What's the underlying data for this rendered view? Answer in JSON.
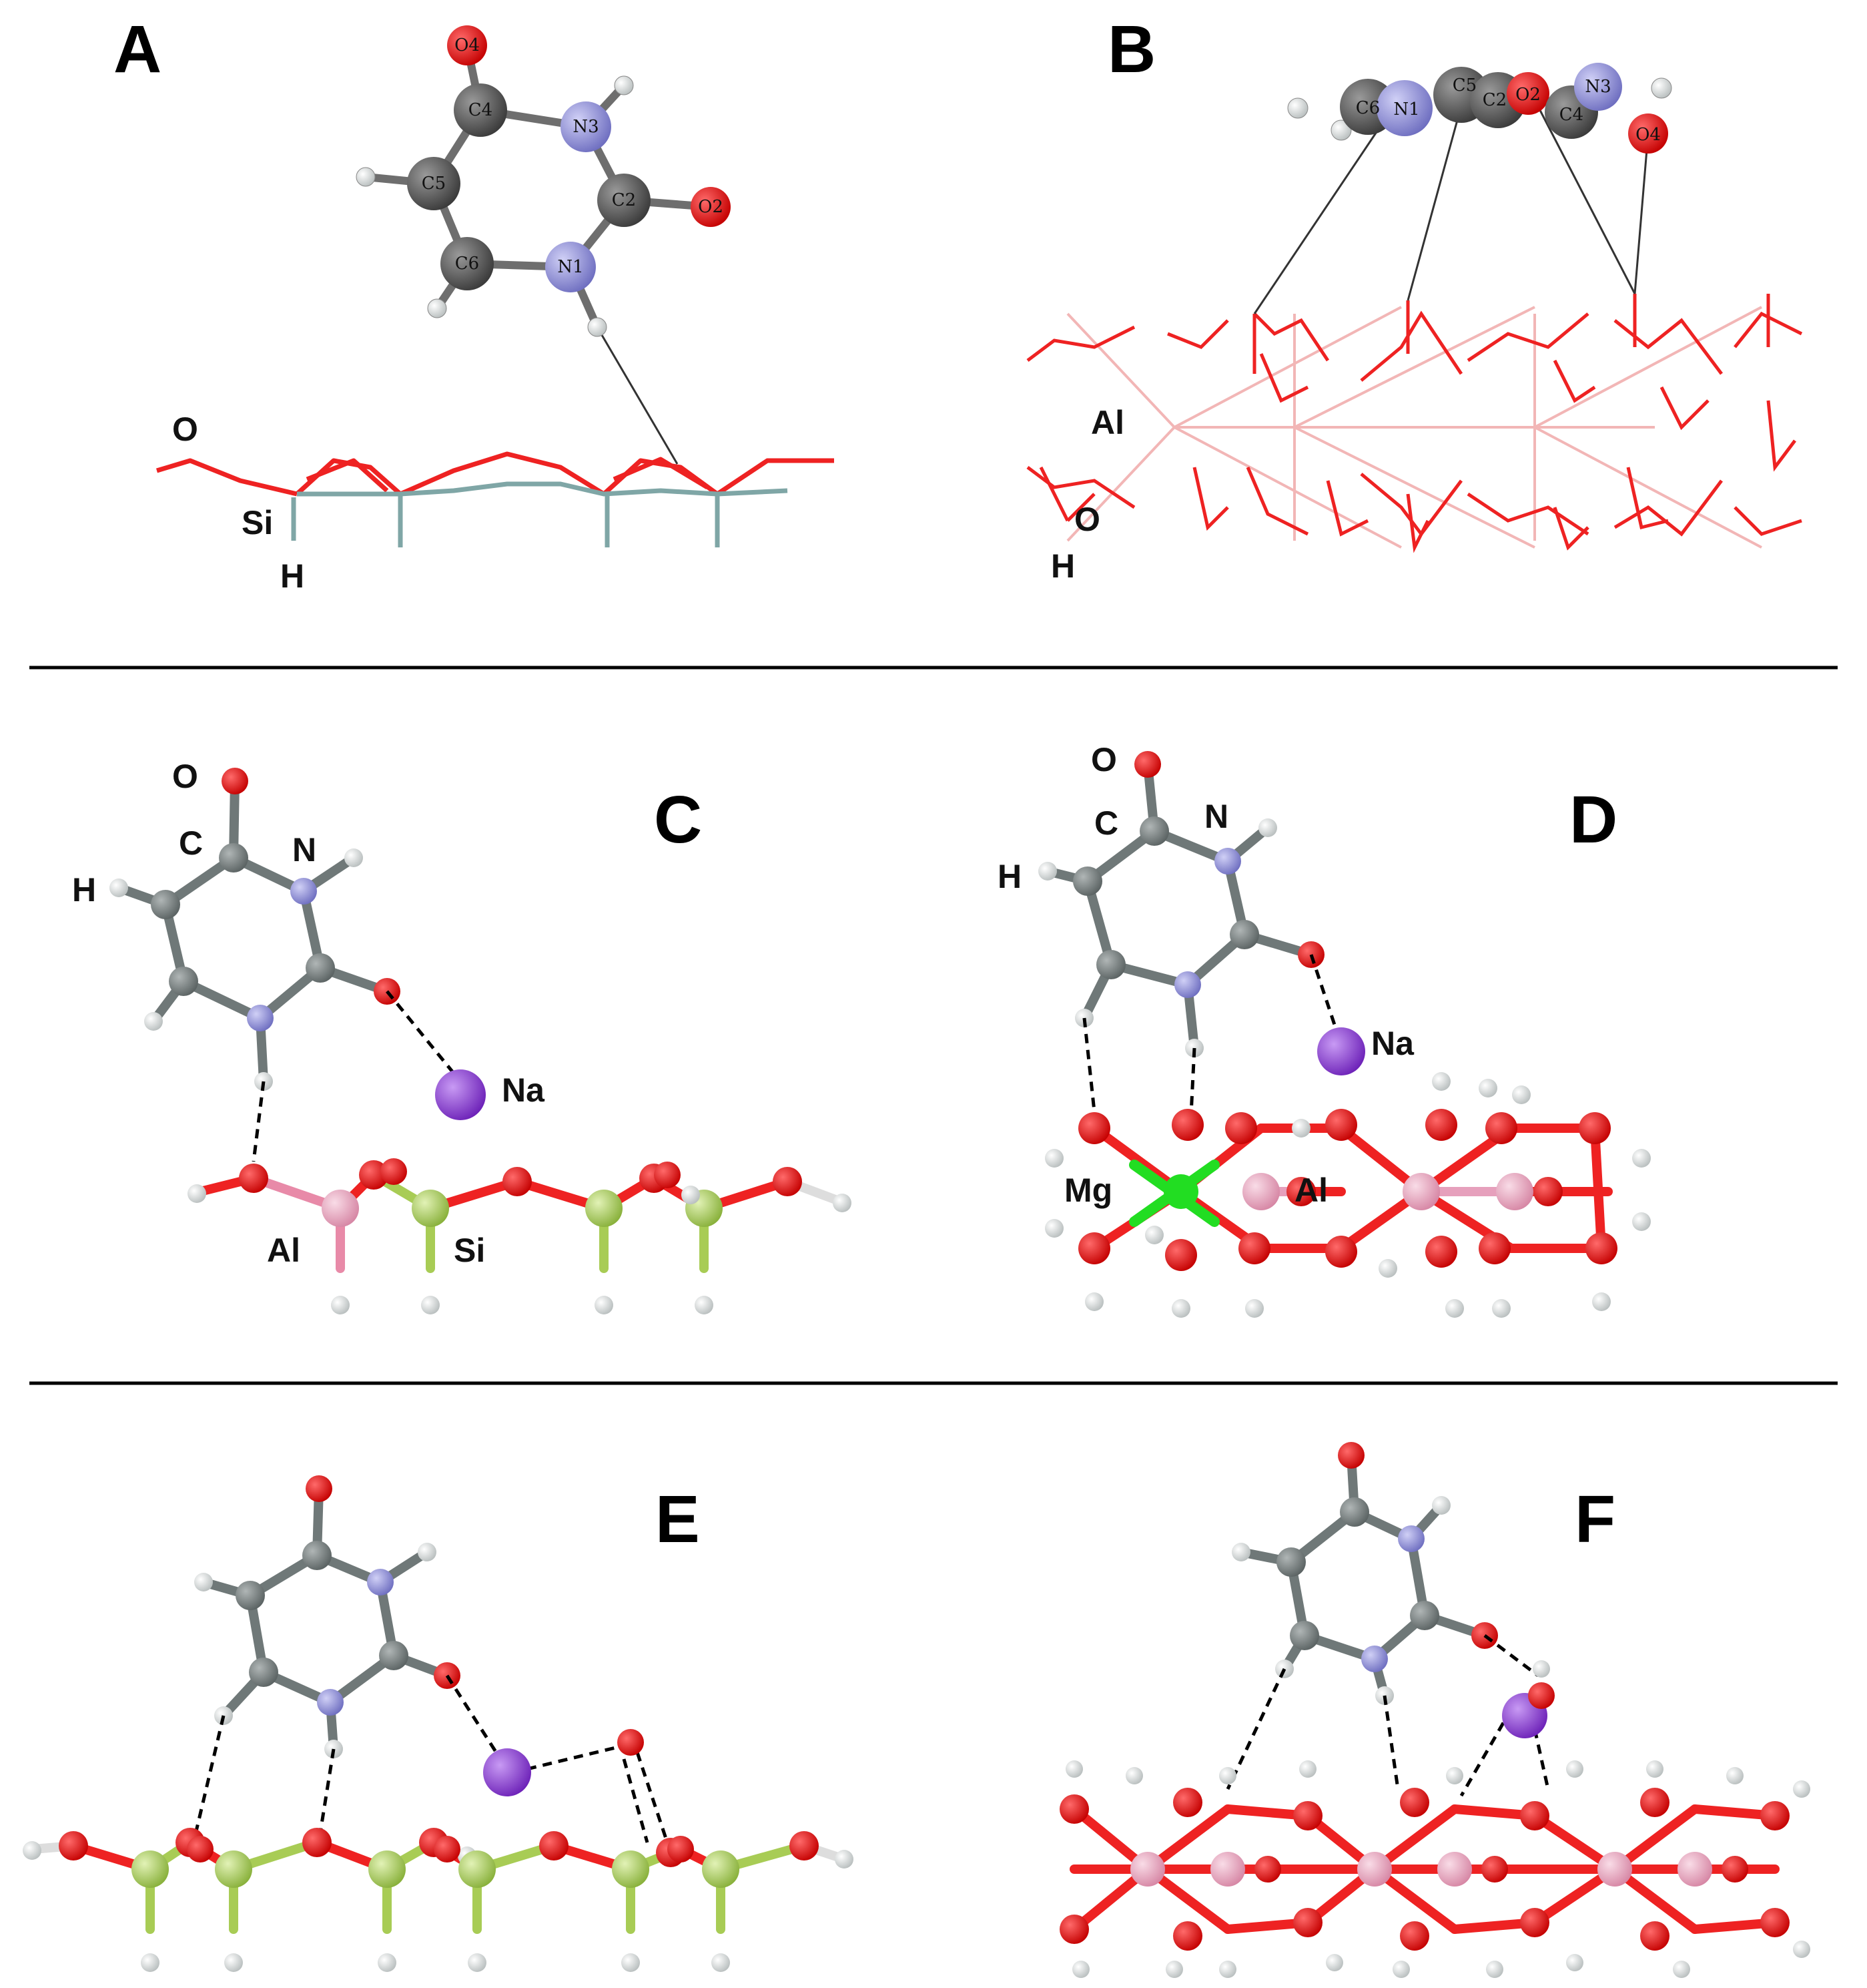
{
  "panels": {
    "A": {
      "letter": "A",
      "labels": {
        "o": "O",
        "si": "Si",
        "h": "H"
      },
      "atoms": {
        "o4": "O4",
        "c4": "C4",
        "n3": "N3",
        "c5": "C5",
        "c2": "C2",
        "o2": "O2",
        "c6": "C6",
        "n1": "N1"
      }
    },
    "B": {
      "letter": "B",
      "labels": {
        "al": "Al",
        "o": "O",
        "h": "H"
      },
      "atoms": {
        "c6": "C6",
        "n1": "N1",
        "c5": "C5",
        "c2": "C2",
        "o2": "O2",
        "n3": "N3",
        "c4": "C4",
        "o4": "O4"
      }
    },
    "C": {
      "letter": "C",
      "labels": {
        "o": "O",
        "c": "C",
        "n": "N",
        "h": "H",
        "na": "Na",
        "al": "Al",
        "si": "Si"
      }
    },
    "D": {
      "letter": "D",
      "labels": {
        "o": "O",
        "c": "C",
        "n": "N",
        "h": "H",
        "na": "Na",
        "mg": "Mg",
        "al": "Al"
      }
    },
    "E": {
      "letter": "E"
    },
    "F": {
      "letter": "F"
    }
  },
  "colors": {
    "carbon_gray": "#6f7878",
    "carbon_dark": "#4a4a4a",
    "nitrogen": "#8f8fd6",
    "oxygen": "#e60000",
    "hydrogen": "#e8eaea",
    "sodium": "#9a4fd8",
    "aluminum": "#eaa8c0",
    "silicon": "#a8cc55",
    "magnesium": "#22dd22",
    "wire_red": "#ee2222",
    "wire_pink": "#f2b6b6",
    "wire_teal": "#7fa6a6"
  }
}
